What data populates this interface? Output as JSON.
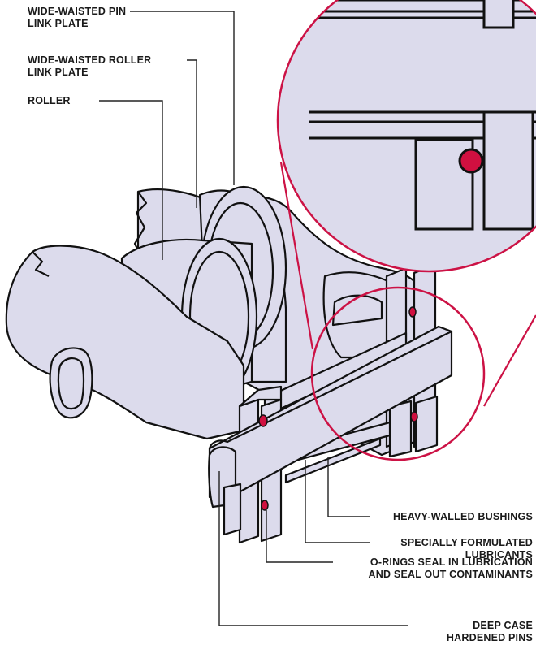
{
  "colors": {
    "part_fill": "#dcdbec",
    "outline": "#111111",
    "callout": "#cc1245",
    "oring": "#d01040",
    "leader": "#222222"
  },
  "labels": {
    "pin_plate": [
      "WIDE-WAISTED PIN",
      "LINK PLATE"
    ],
    "roller_plate": [
      "WIDE-WAISTED ROLLER",
      "LINK PLATE"
    ],
    "roller": [
      "ROLLER"
    ],
    "bushings": [
      "HEAVY-WALLED BUSHINGS"
    ],
    "lubricants": [
      "SPECIALLY FORMULATED",
      "LUBRICANTS"
    ],
    "orings": [
      "O-RINGS SEAL IN LUBRICATION",
      "AND SEAL OUT CONTAMINANTS"
    ],
    "pins": [
      "DEEP CASE",
      "HARDENED PINS"
    ]
  }
}
